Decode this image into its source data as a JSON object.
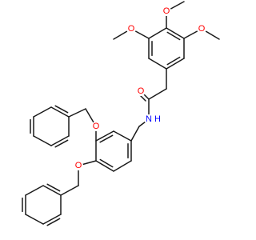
{
  "colors": {
    "oxygen": "#ff0000",
    "nitrogen": "#0000ff",
    "bond": "#1a1a1a"
  },
  "labels": {
    "ome_top": "O",
    "ome_left": "O",
    "ome_right": "O",
    "carbonyl_o": "O",
    "amide_n": "N",
    "h": "H",
    "o_benzyl_upper": "O",
    "o_benzyl_lower": "O"
  }
}
